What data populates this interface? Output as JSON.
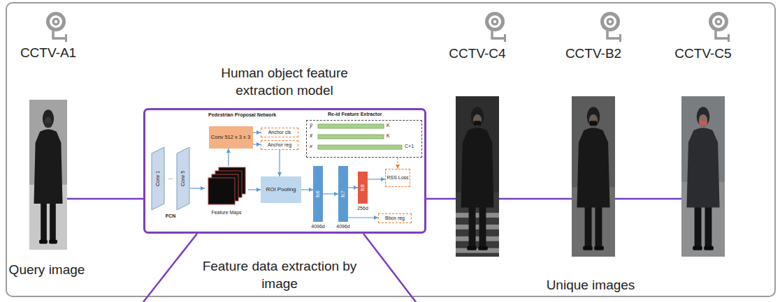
{
  "diagram": {
    "nodes": [
      {
        "text": [
          "CCTV-A1"
        ]
      },
      {
        "text": [
          "Human object feature extraction model"
        ]
      },
      {
        "text": [
          "Conv 1"
        ],
        "in": 1
      },
      {
        "text": [
          "Conv 5"
        ],
        "in": 1
      },
      {
        "text": [
          "Feature Maps"
        ],
        "in": 1
      },
      {
        "text": [
          "Conv 512 x 3 x 3"
        ],
        "in": 1
      },
      {
        "text": [
          "Anchor cls"
        ],
        "in": 1
      },
      {
        "text": [
          "Anchor reg"
        ],
        "in": 1
      },
      {
        "text": [
          "ROI Pooling"
        ],
        "in": 1
      },
      {
        "text": [
          "Re-id Feature Extractor",
          "ỹ",
          "K",
          "x̃",
          "K",
          "x",
          "C+1"
        ],
        "in": 1
      },
      {
        "text": [
          "fc6"
        ],
        "in": 1
      },
      {
        "text": [
          "fc7"
        ],
        "in": 1
      },
      {
        "text": [
          "fc8"
        ],
        "in": 1
      },
      {
        "text": [
          "RSS Loss"
        ],
        "in": 1
      },
      {
        "text": [
          "Bbox reg"
        ],
        "in": 1
      },
      {
        "text": [
          "CCTV-C4"
        ]
      },
      {
        "text": [
          "CCTV-B2"
        ]
      },
      {
        "text": [
          "CCTV-C5"
        ]
      }
    ],
    "edges": [
      {
        "from": 0,
        "to": 1,
        "arrow": "none"
      },
      {
        "from": 1,
        "to": 15,
        "arrow": "none"
      },
      {
        "from": 15,
        "to": 16,
        "arrow": "none"
      },
      {
        "from": 16,
        "to": 17,
        "arrow": "none"
      },
      {
        "from": 3,
        "to": 4,
        "arrow": "to"
      },
      {
        "from": 4,
        "to": 5,
        "arrow": "to"
      },
      {
        "from": 5,
        "to": 6,
        "arrow": "to"
      },
      {
        "from": 5,
        "to": 7,
        "arrow": "to"
      },
      {
        "from": 4,
        "to": 8,
        "arrow": "to"
      },
      {
        "from": 7,
        "to": 8,
        "arrow": "to"
      },
      {
        "from": 8,
        "to": 10,
        "arrow": "to"
      },
      {
        "from": 10,
        "to": 11,
        "arrow": "to"
      },
      {
        "from": 11,
        "to": 12,
        "arrow": "to"
      },
      {
        "from": 11,
        "to": 14,
        "arrow": "to"
      },
      {
        "from": 12,
        "to": 13,
        "arrow": "to"
      },
      {
        "from": 9,
        "to": 13,
        "arrow": "to"
      }
    ],
    "labels": [
      "Query image",
      "Pedestrian Proposal Network",
      "...",
      "FCN",
      "4096d",
      "4096d",
      "256d",
      "Feature data extraction by image",
      "Unique images"
    ]
  }
}
